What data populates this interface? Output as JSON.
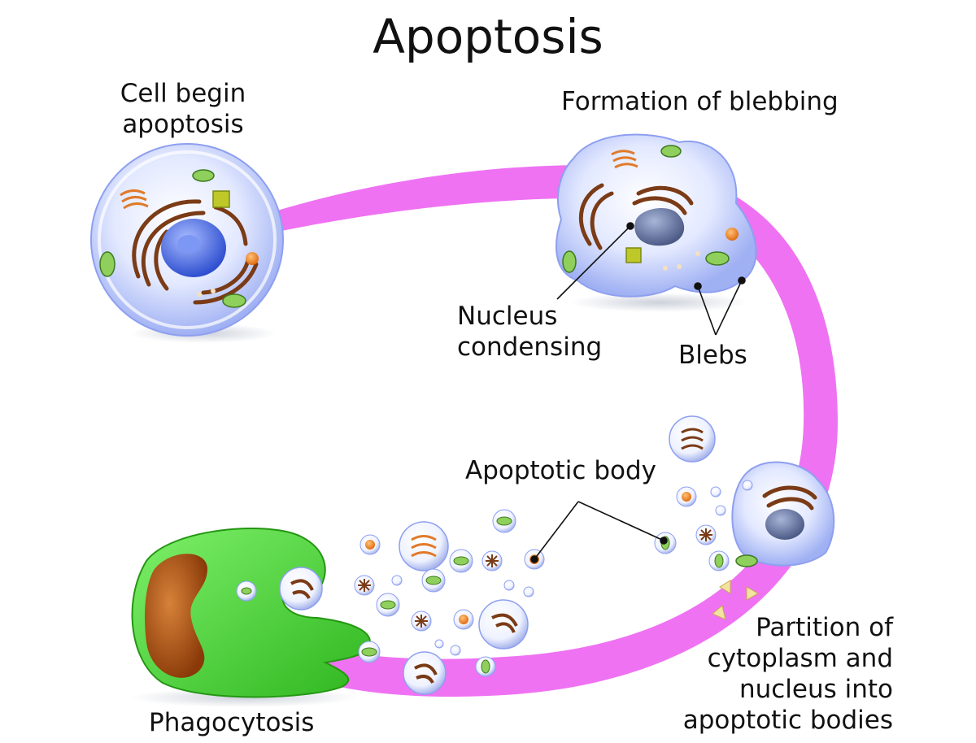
{
  "title": "Apoptosis",
  "labels": {
    "cell_begin_line1": "Cell begin",
    "cell_begin_line2": "apoptosis",
    "blebbing": "Formation of blebbing",
    "nucleus_line1": "Nucleus",
    "nucleus_line2": "condensing",
    "blebs": "Blebs",
    "apoptotic_body": "Apoptotic body",
    "partition_line1": "Partition of",
    "partition_line2": "cytoplasm and",
    "partition_line3": "nucleus into",
    "partition_line4": "apoptotic bodies",
    "phagocytosis": "Phagocytosis"
  },
  "colors": {
    "arrow": "#ee66f2",
    "cell_fill": "#dfe7ff",
    "cell_edge": "#8e9ff0",
    "nucleus": "#5b7be8",
    "condensed_nucleus": "#6b7aa8",
    "golgi": "#7a3b16",
    "mitochondria": "#6aa84f",
    "phagocyte": "#4cd63a",
    "phagocyte_nucleus": "#a24e12",
    "orange_vesicle": "#f08a2a"
  }
}
